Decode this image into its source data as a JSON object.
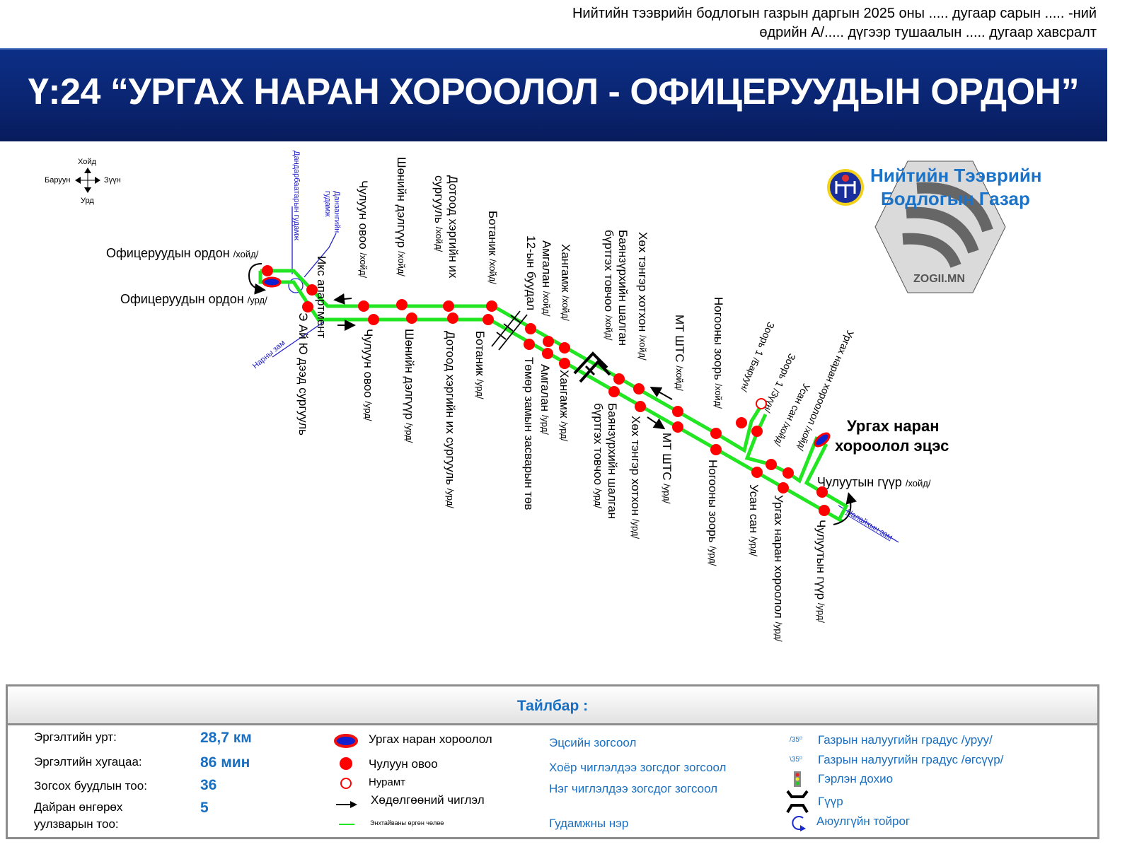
{
  "header": {
    "order_line1": "Нийтийн тээврийн бодлогын газрын даргын 2025 оны ..... дугаар сарын ..... -ний",
    "order_line2": "өдрийн А/..... дүгээр тушаалын ..... дугаар хавсралт",
    "title": "Ү:24 “УРГАХ НАРАН ХОРООЛОЛ - ОФИЦЕРУУДЫН ОРДОН”"
  },
  "compass": {
    "north": "Хойд",
    "south": "Урд",
    "west": "Баруун",
    "east": "Зүүн"
  },
  "logo": {
    "line1": "Нийтийн Тээврийн",
    "line2": "Бодлогын Газар",
    "watermark": "ZOGII.MN"
  },
  "colors": {
    "route": "#22e622",
    "stop": "#ff0000",
    "terminal_fill": "#1020d0",
    "street": "#2020c8",
    "banner": "#0a2470",
    "accent": "#1a6fc0"
  },
  "stops": {
    "north": [
      {
        "name": "Офицеруудын ордон",
        "dir": "/хойд/"
      },
      {
        "name": "Икс апартмент",
        "dir": ""
      },
      {
        "name": "Чулуун овоо",
        "dir": "/хойд/"
      },
      {
        "name": "Шөнийн дэлгүүр",
        "dir": "/хойд/"
      },
      {
        "name": "Дотоод хэргийн их",
        "name2": "сургууль",
        "dir": "/хойд/"
      },
      {
        "name": "Ботаник",
        "dir": "/хойд/"
      },
      {
        "name": "12-ын буудал",
        "dir": ""
      },
      {
        "name": "Амгалан",
        "dir": "/хойд/"
      },
      {
        "name": "Хангамж",
        "dir": "/хойд/"
      },
      {
        "name": "Баянзүрхийн шалган",
        "name2": "бүртгэх товчоо",
        "dir": "/хойд/"
      },
      {
        "name": "Хөх тэнгэр хотхон",
        "dir": "/хойд/"
      },
      {
        "name": "МТ ШТС",
        "dir": "/хойд/"
      },
      {
        "name": "Ногооны зоорь",
        "dir": "/хойд/"
      },
      {
        "name": "Зоорь 1",
        "dir": "/Баруун/"
      },
      {
        "name": "Зоорь 1",
        "dir": "/Зүүн/"
      },
      {
        "name": "Усан сан",
        "dir": "/хойд/"
      },
      {
        "name": "Ургах наран хороолол",
        "dir": "/хойд/"
      },
      {
        "name": "Чулуутын гүүр",
        "dir": "/хойд/"
      }
    ],
    "south": [
      {
        "name": "Офицеруудын ордон",
        "dir": "/урд/"
      },
      {
        "name": "Э Ай Ю дээд сургууль",
        "dir": ""
      },
      {
        "name": "Чулуун овоо",
        "dir": "/урд/"
      },
      {
        "name": "Шөнийн дэлгүүр",
        "dir": "/урд/"
      },
      {
        "name": "Дотоод хэргийн их сургууль",
        "dir": "/урд/"
      },
      {
        "name": "Ботаник",
        "dir": "/урд/"
      },
      {
        "name": "Төмөр замын засварын төв",
        "dir": ""
      },
      {
        "name": "Амгалан",
        "dir": "/урд/"
      },
      {
        "name": "Хангамж",
        "dir": "/урд/"
      },
      {
        "name": "Баянзүрхийн шалган",
        "name2": "бүртгэх товчоо",
        "dir": "/урд/"
      },
      {
        "name": "Хөх тэнгэр хотхон",
        "dir": "/урд/"
      },
      {
        "name": "МТ ШТС",
        "dir": "/урд/"
      },
      {
        "name": "Ногооны зоорь",
        "dir": "/урд/"
      },
      {
        "name": "Усан сан",
        "dir": "/урд/"
      },
      {
        "name": "Ургах наран хороолол",
        "dir": "/урд/"
      },
      {
        "name": "Чулуутын гүүр",
        "dir": "/урд/"
      }
    ],
    "terminal": {
      "line1": "Ургах наран",
      "line2": "хороолол эцэс"
    }
  },
  "streets": {
    "dandarbaatar": "Дандарбаатарын гудамж",
    "danzan1": "Данзангийн",
    "danzan2": "гудамж",
    "narny": "Нарны зам",
    "nalaikh": "Налайхын зам"
  },
  "legend": {
    "title": "Тайлбар :",
    "stats": [
      {
        "label": "Эргэлтийн урт:",
        "value": "28,7 км"
      },
      {
        "label": "Эргэлтийн хугацаа:",
        "value": "86 мин"
      },
      {
        "label": "Зогсох буудлын тоо:",
        "value": "36"
      },
      {
        "label": "Дайран өнгөрөх",
        "label2": "уулзварын тоо:",
        "value": "5"
      }
    ],
    "symbols": [
      {
        "icon": "terminal-ellipse",
        "label": "Ургах наран хороолол"
      },
      {
        "icon": "stop-dot",
        "label": "Чулуун овоо"
      },
      {
        "icon": "open-stop-circle",
        "label": "Нурамт"
      },
      {
        "icon": "arrow-right",
        "label": "Хөдөлгөөний чиглэл"
      },
      {
        "icon": "green-line",
        "label": "Энхтайваны өргөн чөлөө"
      }
    ],
    "text_styles": [
      "Эцсийн зогсоол",
      "Хоёр чиглэлдээ зогсдог зогсоол",
      "Нэг чиглэлдээ зогсдог зогсоол",
      "Гудамжны нэр"
    ],
    "other": [
      {
        "icon": "slope-down",
        "glyph": "/35⁰",
        "label": "Газрын налуугийн градус /уруу/"
      },
      {
        "icon": "slope-up",
        "glyph": "\\35⁰",
        "label": "Газрын налуугийн градус /өгсүүр/"
      },
      {
        "icon": "traffic-light",
        "label": "Гэрлэн дохио"
      },
      {
        "icon": "bridge",
        "label": "Гүүр"
      },
      {
        "icon": "roundabout",
        "label": "Аюулгүйн тойрог"
      }
    ]
  }
}
